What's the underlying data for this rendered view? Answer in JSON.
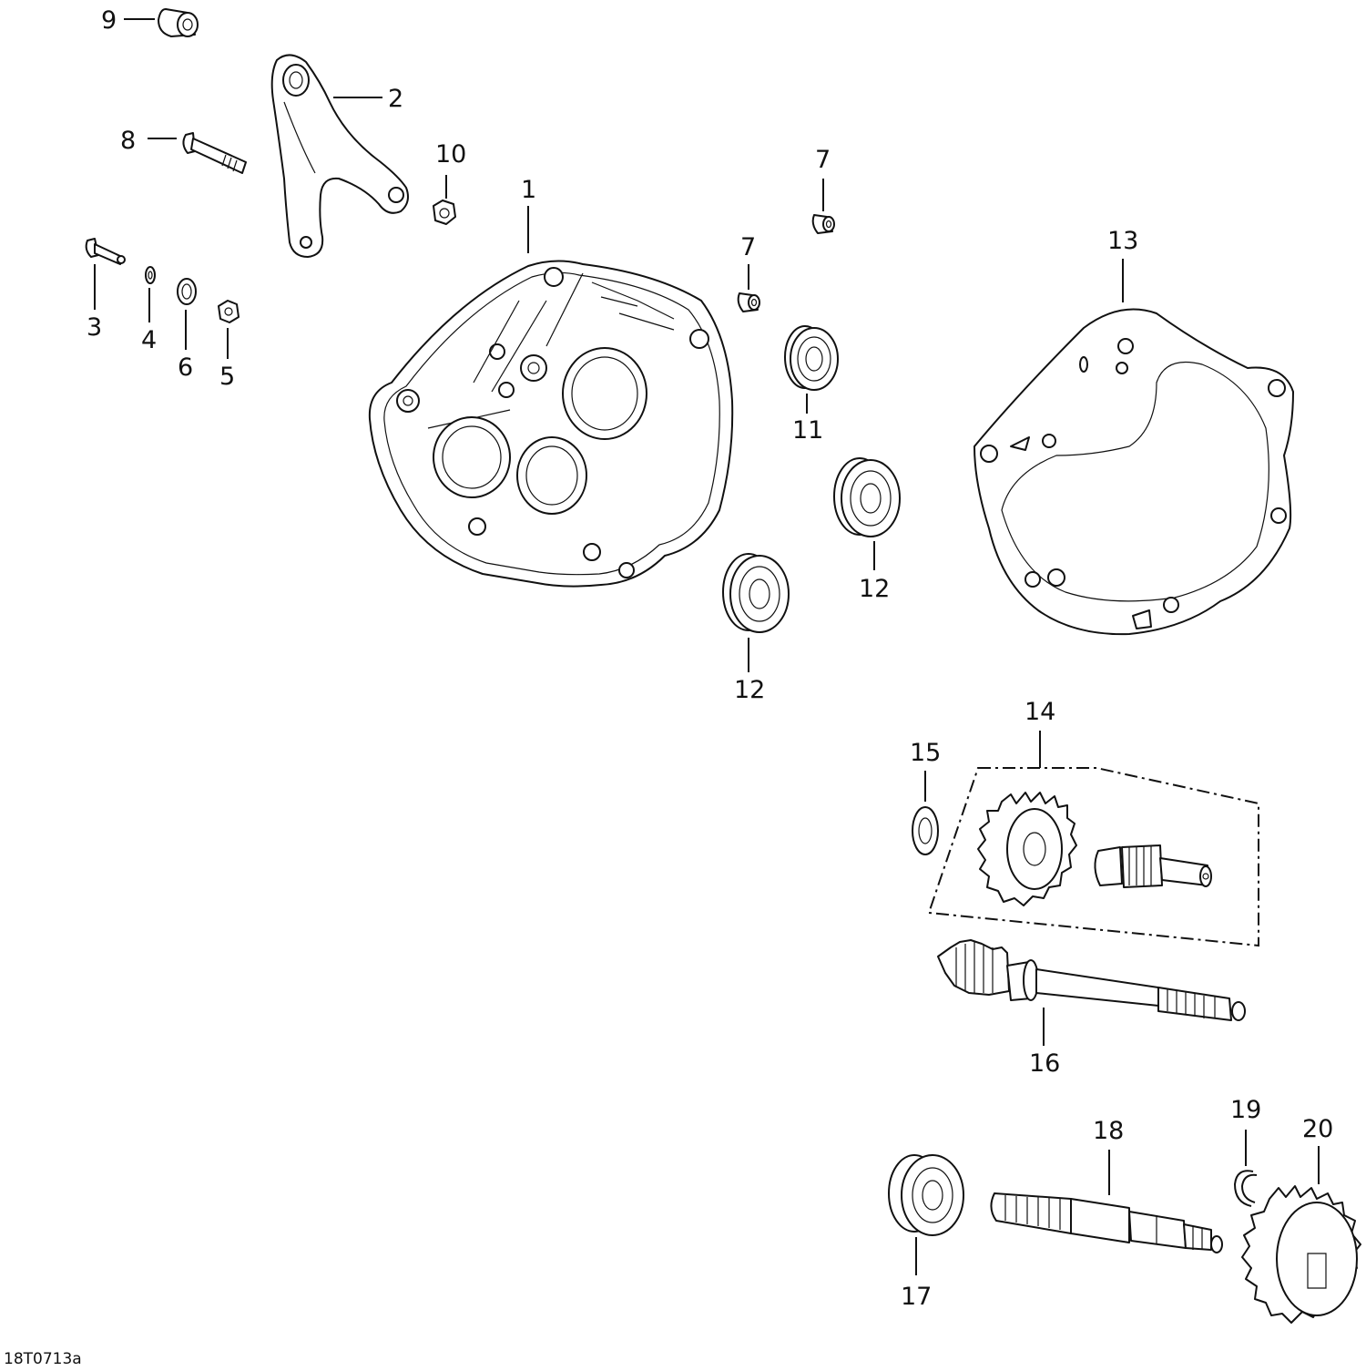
{
  "drawing_code": "18T0713a",
  "callouts": [
    {
      "id": "c9",
      "text": "9"
    },
    {
      "id": "c2",
      "text": "2"
    },
    {
      "id": "c8",
      "text": "8"
    },
    {
      "id": "c10",
      "text": "10"
    },
    {
      "id": "c7a",
      "text": "7"
    },
    {
      "id": "c1",
      "text": "1"
    },
    {
      "id": "c7b",
      "text": "7"
    },
    {
      "id": "c13",
      "text": "13"
    },
    {
      "id": "c3",
      "text": "3"
    },
    {
      "id": "c4",
      "text": "4"
    },
    {
      "id": "c6",
      "text": "6"
    },
    {
      "id": "c5",
      "text": "5"
    },
    {
      "id": "c11",
      "text": "11"
    },
    {
      "id": "c12a",
      "text": "12"
    },
    {
      "id": "c12b",
      "text": "12"
    },
    {
      "id": "c14",
      "text": "14"
    },
    {
      "id": "c15",
      "text": "15"
    },
    {
      "id": "c16",
      "text": "16"
    },
    {
      "id": "c18",
      "text": "18"
    },
    {
      "id": "c19",
      "text": "19"
    },
    {
      "id": "c20",
      "text": "20"
    },
    {
      "id": "c17",
      "text": "17"
    }
  ]
}
